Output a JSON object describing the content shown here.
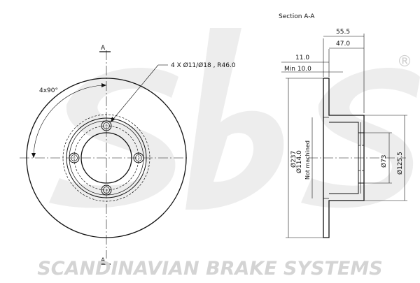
{
  "section_title": "Section  A-A",
  "section_marker": "A",
  "rotation_label": "4x90°",
  "holes_label": "4  X  Ø11/Ø18  ,  R46.0",
  "dims": {
    "d1": "55.5",
    "d2": "47.0",
    "d3": "11.0",
    "d4": "Min  10.0",
    "d5": "Ø237",
    "d6": "Ø114.0",
    "d7": "Not  machined",
    "d8": "Ø73",
    "d9": "Ø125.5"
  },
  "watermark": {
    "logo": "sbs",
    "registered": "®",
    "brand": "SCANDINAVIAN BRAKE SYSTEMS"
  },
  "colors": {
    "line": "#111111",
    "watermark": "#d9d9d9"
  }
}
